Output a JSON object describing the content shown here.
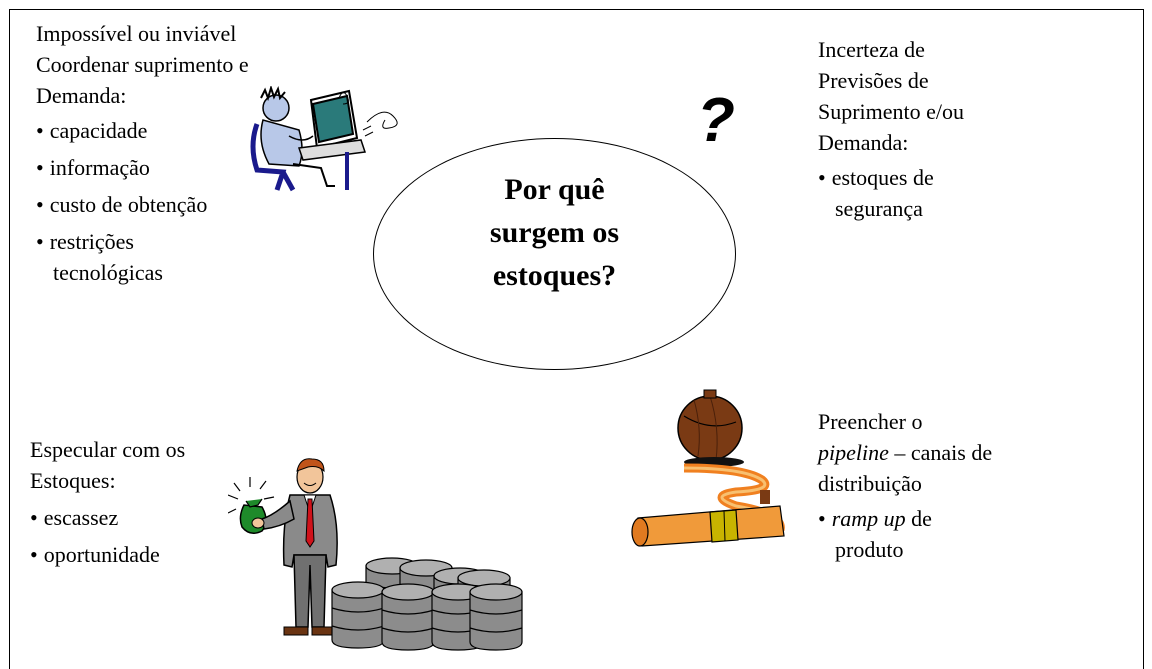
{
  "top_left": {
    "lines": [
      "Impossível ou inviável",
      "Coordenar suprimento e",
      "Demanda:"
    ],
    "bullets": [
      "capacidade",
      "informação",
      "custo de obtenção",
      "restrições"
    ],
    "continuation": "tecnológicas"
  },
  "top_right": {
    "lines": [
      "Incerteza de",
      "Previsões de",
      "Suprimento e/ou",
      "Demanda:"
    ],
    "bullet": "estoques de",
    "continuation": "segurança"
  },
  "center": {
    "question_mark": "?",
    "lines": [
      "Por quê",
      "surgem os",
      "estoques?"
    ]
  },
  "bottom_left": {
    "lines": [
      "Especular com os",
      "Estoques:"
    ],
    "bullets": [
      "escassez",
      "oportunidade"
    ]
  },
  "bottom_right": {
    "line1": "Preencher o",
    "line2_italic": "pipeline",
    "line2_rest": " – canais de",
    "line3": "distribuição",
    "bullet_italic": "ramp up",
    "bullet_rest": " de",
    "continuation": "produto"
  },
  "icons": {
    "computer_user": "person-at-computer-clipart",
    "money_man": "businessman-with-money-bag-clipart",
    "barrels": "stacked-barrels-clipart",
    "pipeline": "pipeline-with-tank-clipart"
  }
}
